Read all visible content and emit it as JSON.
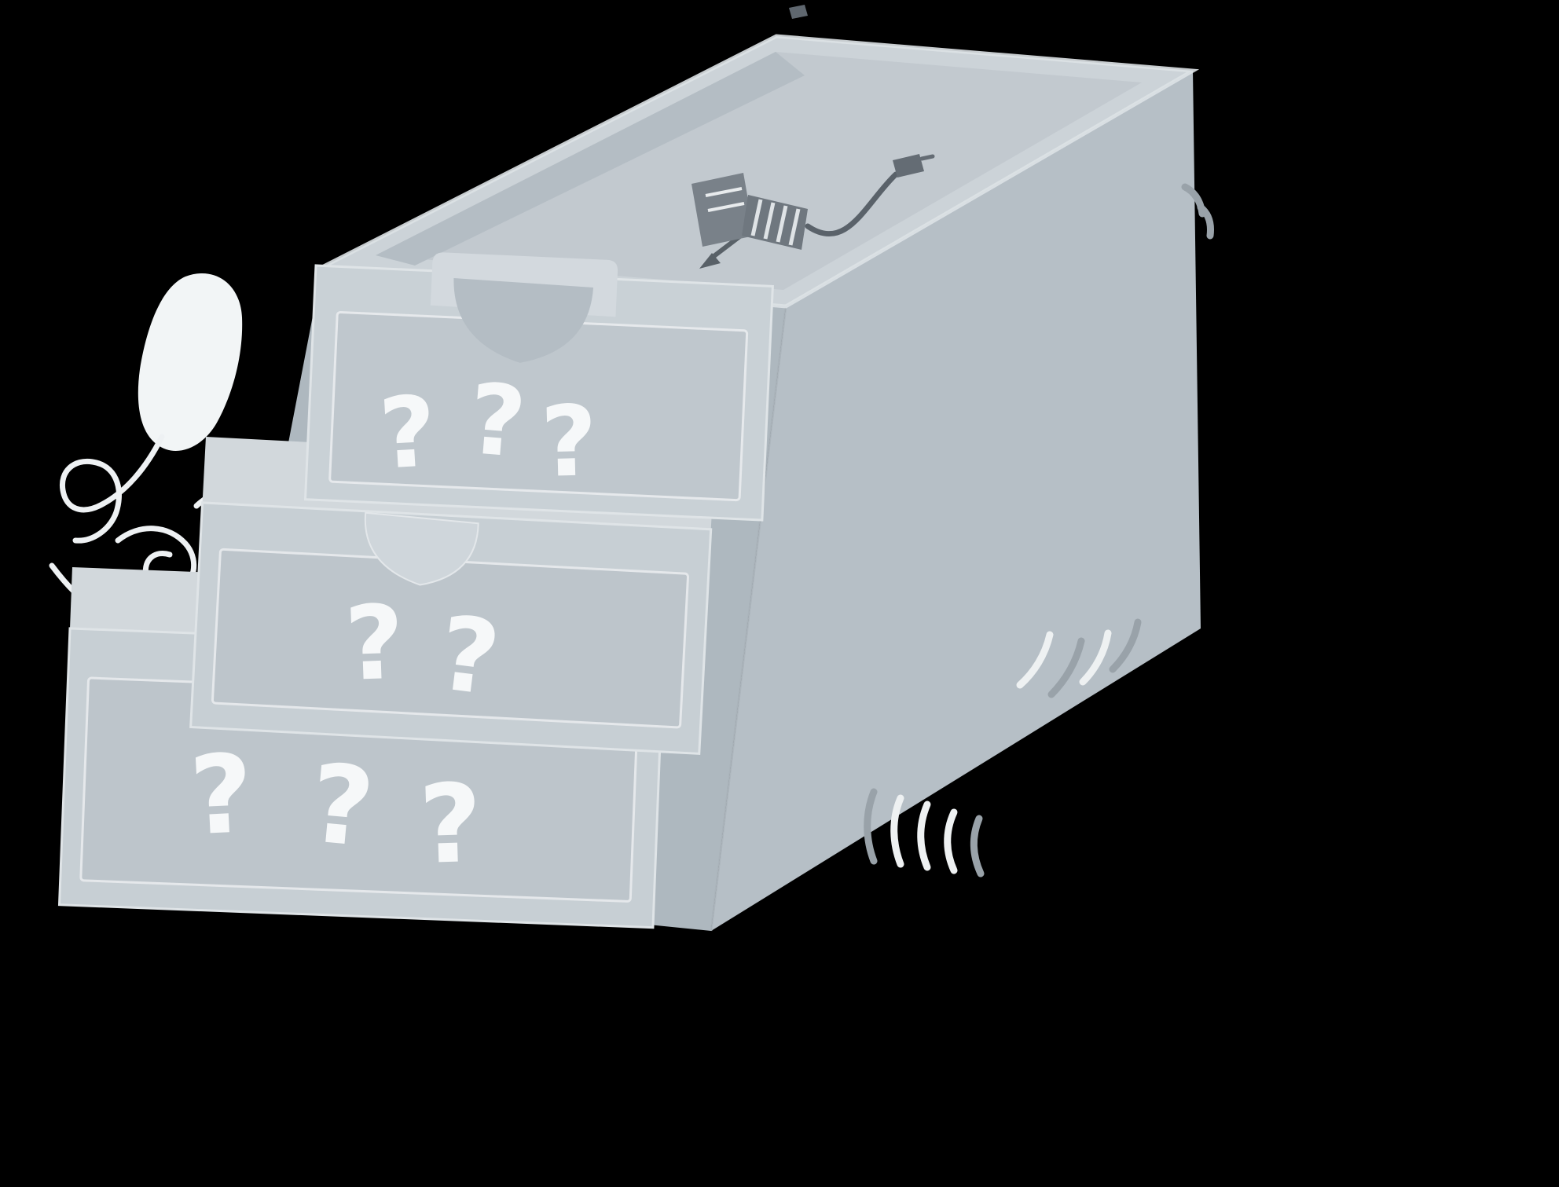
{
  "illustration": {
    "alt": "Gray cabinet of three stacked mystery drawers marked with question marks; an open bin on top holds an unplugged cable connector with an arrow, tangled wires spill out at the left, and vibration lines shake at the right",
    "background_color": "#000000",
    "colors": {
      "box_top": "#ccd3d8",
      "box_right_face": "#b6bfc6",
      "box_front_face": "#aeb8bf",
      "cavity": "#c2c9cf",
      "cavity_wall": "#b4bdc4",
      "rim_highlight": "#dde2e6",
      "drawer_face": "#c7cfd4",
      "drawer_top_face": "#d2d8dc",
      "drawer_panel": "#bdc5cb",
      "panel_outline": "#e5e8eb",
      "handle_tab": "#d3d9de",
      "handle_notch": "#b4bdc4",
      "question_mark": "#f6f8f9",
      "connector_cap": "#798189",
      "connector_barrel": "#6f777f",
      "cable": "#5a626a",
      "scribble": "#eef1f3",
      "motion_white": "#eef1f2",
      "motion_gray": "#99a2a9"
    },
    "drawers": [
      {
        "name": "top-drawer",
        "marks": [
          "?",
          "?",
          "?"
        ]
      },
      {
        "name": "middle-drawer",
        "marks": [
          "?",
          "?"
        ]
      },
      {
        "name": "bottom-drawer",
        "marks": [
          "?",
          "?",
          "?"
        ]
      }
    ]
  }
}
